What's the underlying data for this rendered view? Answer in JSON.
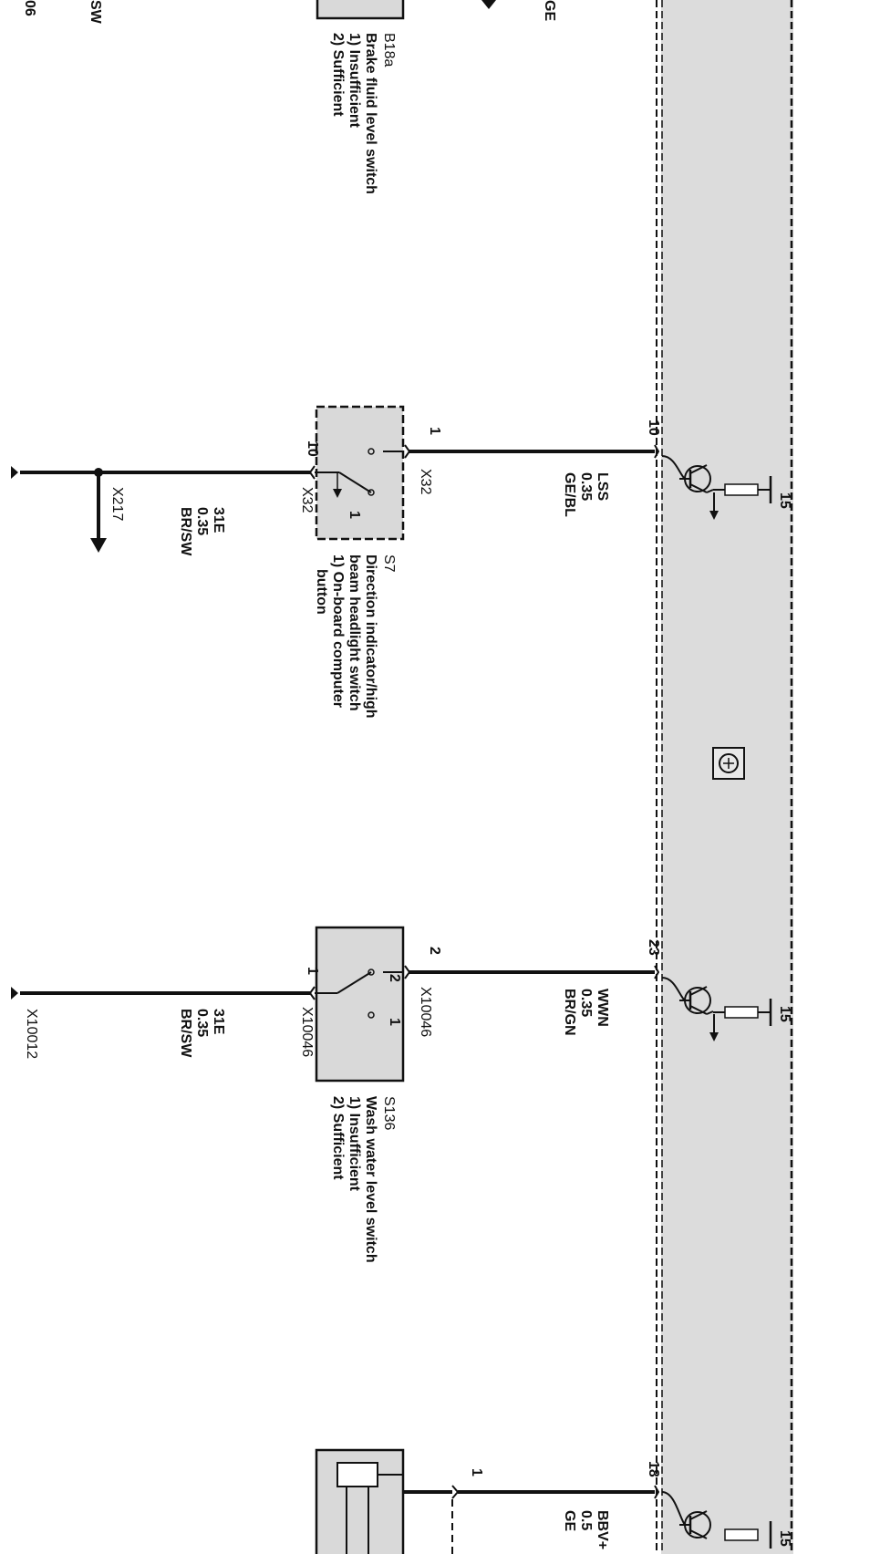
{
  "fragments": {
    "top_left_1": "06",
    "top_left_2": "SW",
    "top_wire": "GE"
  },
  "b18a": {
    "id": "B18a",
    "name": "Brake fluid level switch",
    "opt1": "1) Insufficient",
    "opt2": "2) Sufficient"
  },
  "s7": {
    "id": "S7",
    "name_line1": "Direction indicator/high",
    "name_line2": "beam headlight switch",
    "name_line3": "1) On-board computer",
    "name_line4": "button",
    "pin_top": "1",
    "pin_bottom": "10",
    "connector_top": "X32",
    "connector_bottom": "X32",
    "contact": "1",
    "pin_module": "10",
    "wire_top": {
      "signal": "LSS",
      "size": "0.35",
      "color": "GE/BL"
    },
    "wire_bottom": {
      "signal": "31E",
      "size": "0.35",
      "color": "BR/SW"
    },
    "ground_connector": "X217"
  },
  "s136": {
    "id": "S136",
    "name": "Wash water level switch",
    "opt1": "1) Insufficient",
    "opt2": "2) Sufficient",
    "pin_top": "2",
    "pin_bottom": "1",
    "connector_top": "X10046",
    "connector_bottom": "X10046",
    "contact_1": "1",
    "contact_2": "2",
    "pin_module": "23",
    "wire_top": {
      "signal": "WWN",
      "size": "0.35",
      "color": "BR/GN"
    },
    "wire_bottom": {
      "signal": "31E",
      "size": "0.35",
      "color": "BR/SW"
    },
    "ground_connector": "X10012"
  },
  "bottom": {
    "pin_module": "18",
    "pin_component": "1",
    "wire": {
      "signal": "BBV+",
      "size": "0.5",
      "color": "GE"
    }
  },
  "module": {
    "supply_label": "15"
  }
}
